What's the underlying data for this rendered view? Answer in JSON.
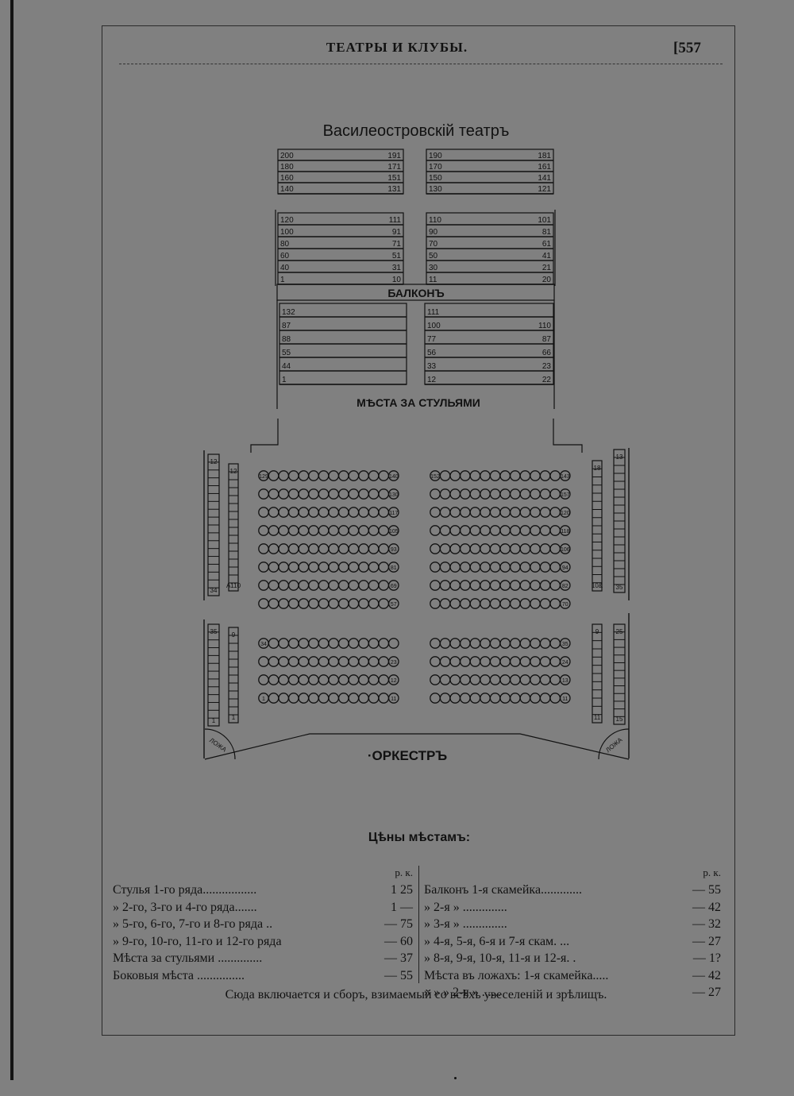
{
  "header": {
    "running_title": "ТЕАТРЫ И КЛУБЫ.",
    "page_number": "[557"
  },
  "plan": {
    "title": "Василеостровскій театръ",
    "balcony_label": "БАЛКОНЪ",
    "behind_chairs_label": "МѢСТА ЗА СТУЛЬЯМИ",
    "orchestra_label": "·ОРКЕСТРЪ",
    "box_label": "ЛОЖА",
    "upper_left": [
      [
        "200",
        "191"
      ],
      [
        "180",
        "171"
      ],
      [
        "160",
        "151"
      ],
      [
        "140",
        "131"
      ]
    ],
    "upper_right": [
      [
        "190",
        "181"
      ],
      [
        "170",
        "161"
      ],
      [
        "150",
        "141"
      ],
      [
        "130",
        "121"
      ]
    ],
    "balcony_left": [
      [
        "120",
        "111"
      ],
      [
        "100",
        "91"
      ],
      [
        "80",
        "71"
      ],
      [
        "60",
        "51"
      ],
      [
        "40",
        "31"
      ],
      [
        "1",
        "10"
      ]
    ],
    "balcony_right": [
      [
        "110",
        "101"
      ],
      [
        "90",
        "81"
      ],
      [
        "70",
        "61"
      ],
      [
        "50",
        "41"
      ],
      [
        "30",
        "21"
      ],
      [
        "11",
        "20"
      ]
    ],
    "behind_left": [
      [
        "132",
        ""
      ],
      [
        "87",
        ""
      ],
      [
        "88",
        ""
      ],
      [
        "55",
        ""
      ],
      [
        "44",
        ""
      ],
      [
        "1",
        ""
      ]
    ],
    "behind_right": [
      [
        "111",
        ""
      ],
      [
        "100",
        "110"
      ],
      [
        "77",
        "87"
      ],
      [
        "56",
        "66"
      ],
      [
        "33",
        "23"
      ],
      [
        "12",
        "22"
      ]
    ],
    "chair_rows_upper_left": [
      [
        "129",
        "140"
      ],
      [
        "",
        "130"
      ],
      [
        "",
        "117"
      ],
      [
        "",
        "105"
      ],
      [
        "",
        "93"
      ],
      [
        "",
        "81"
      ],
      [
        "",
        "69"
      ],
      [
        "",
        "57"
      ]
    ],
    "chair_rows_upper_right": [
      [
        "152",
        "143"
      ],
      [
        "",
        "157"
      ],
      [
        "",
        "120"
      ],
      [
        "",
        "118"
      ],
      [
        "",
        "106"
      ],
      [
        "",
        "94"
      ],
      [
        "",
        "82"
      ],
      [
        "",
        "70"
      ]
    ],
    "chair_rows_lower_left": [
      [
        "34",
        ""
      ],
      [
        "",
        "23"
      ],
      [
        "",
        "12"
      ],
      [
        "1",
        "11"
      ]
    ],
    "chair_rows_lower_right": [
      [
        "",
        "35"
      ],
      [
        "",
        "24"
      ],
      [
        "",
        "13"
      ],
      [
        "",
        "11"
      ]
    ],
    "side_upper_left_outer": [
      "12",
      "34"
    ],
    "side_upper_left_inner": [
      "12",
      "A110"
    ],
    "side_upper_right_inner": [
      "18",
      "10&"
    ],
    "side_upper_right_outer": [
      "13",
      "35"
    ],
    "side_lower_left_outer": [
      "35",
      "1"
    ],
    "side_lower_left_inner": [
      "9",
      "1"
    ],
    "side_lower_right_inner": [
      "9",
      "11"
    ],
    "side_lower_right_outer": [
      "25",
      "15"
    ]
  },
  "prices": {
    "title": "Цѣны мѣстамъ:",
    "currency_header": "р.  к.",
    "left": [
      {
        "label": "Стулья 1-го ряда.................",
        "value": "1 25"
      },
      {
        "label": "   »    2-го, 3-го и 4-го ряда.......",
        "value": "1 —"
      },
      {
        "label": "   »    5-го, 6-го, 7-го и 8-го ряда ..",
        "value": "— 75"
      },
      {
        "label": "   »    9-го, 10-го, 11-го и 12-го ряда",
        "value": "— 60"
      },
      {
        "label": "Мѣста за стульями ..............",
        "value": "— 37"
      },
      {
        "label": "Боковыя мѣста ...............",
        "value": "— 55"
      }
    ],
    "right": [
      {
        "label": "Балконъ 1-я скамейка.............",
        "value": "— 55"
      },
      {
        "label": "    »     2-я   »   ..............",
        "value": "— 42"
      },
      {
        "label": "    »     3-я   »   ..............",
        "value": "— 32"
      },
      {
        "label": "    »     4-я, 5-я, 6-я и 7-я скам. ...",
        "value": "— 27"
      },
      {
        "label": "    »     8-я, 9-я, 10-я, 11-я и 12-я. .",
        "value": "— 1?"
      },
      {
        "label": "Мѣста въ ложахъ: 1-я скамейка.....",
        "value": "— 42"
      },
      {
        "label": "  »    »     »    2-я    »   ......",
        "value": "— 27"
      }
    ],
    "footnote": "Сюда включается и сборъ, взимаемый со всѣхъ увеселеній и зрѣлищъ."
  }
}
